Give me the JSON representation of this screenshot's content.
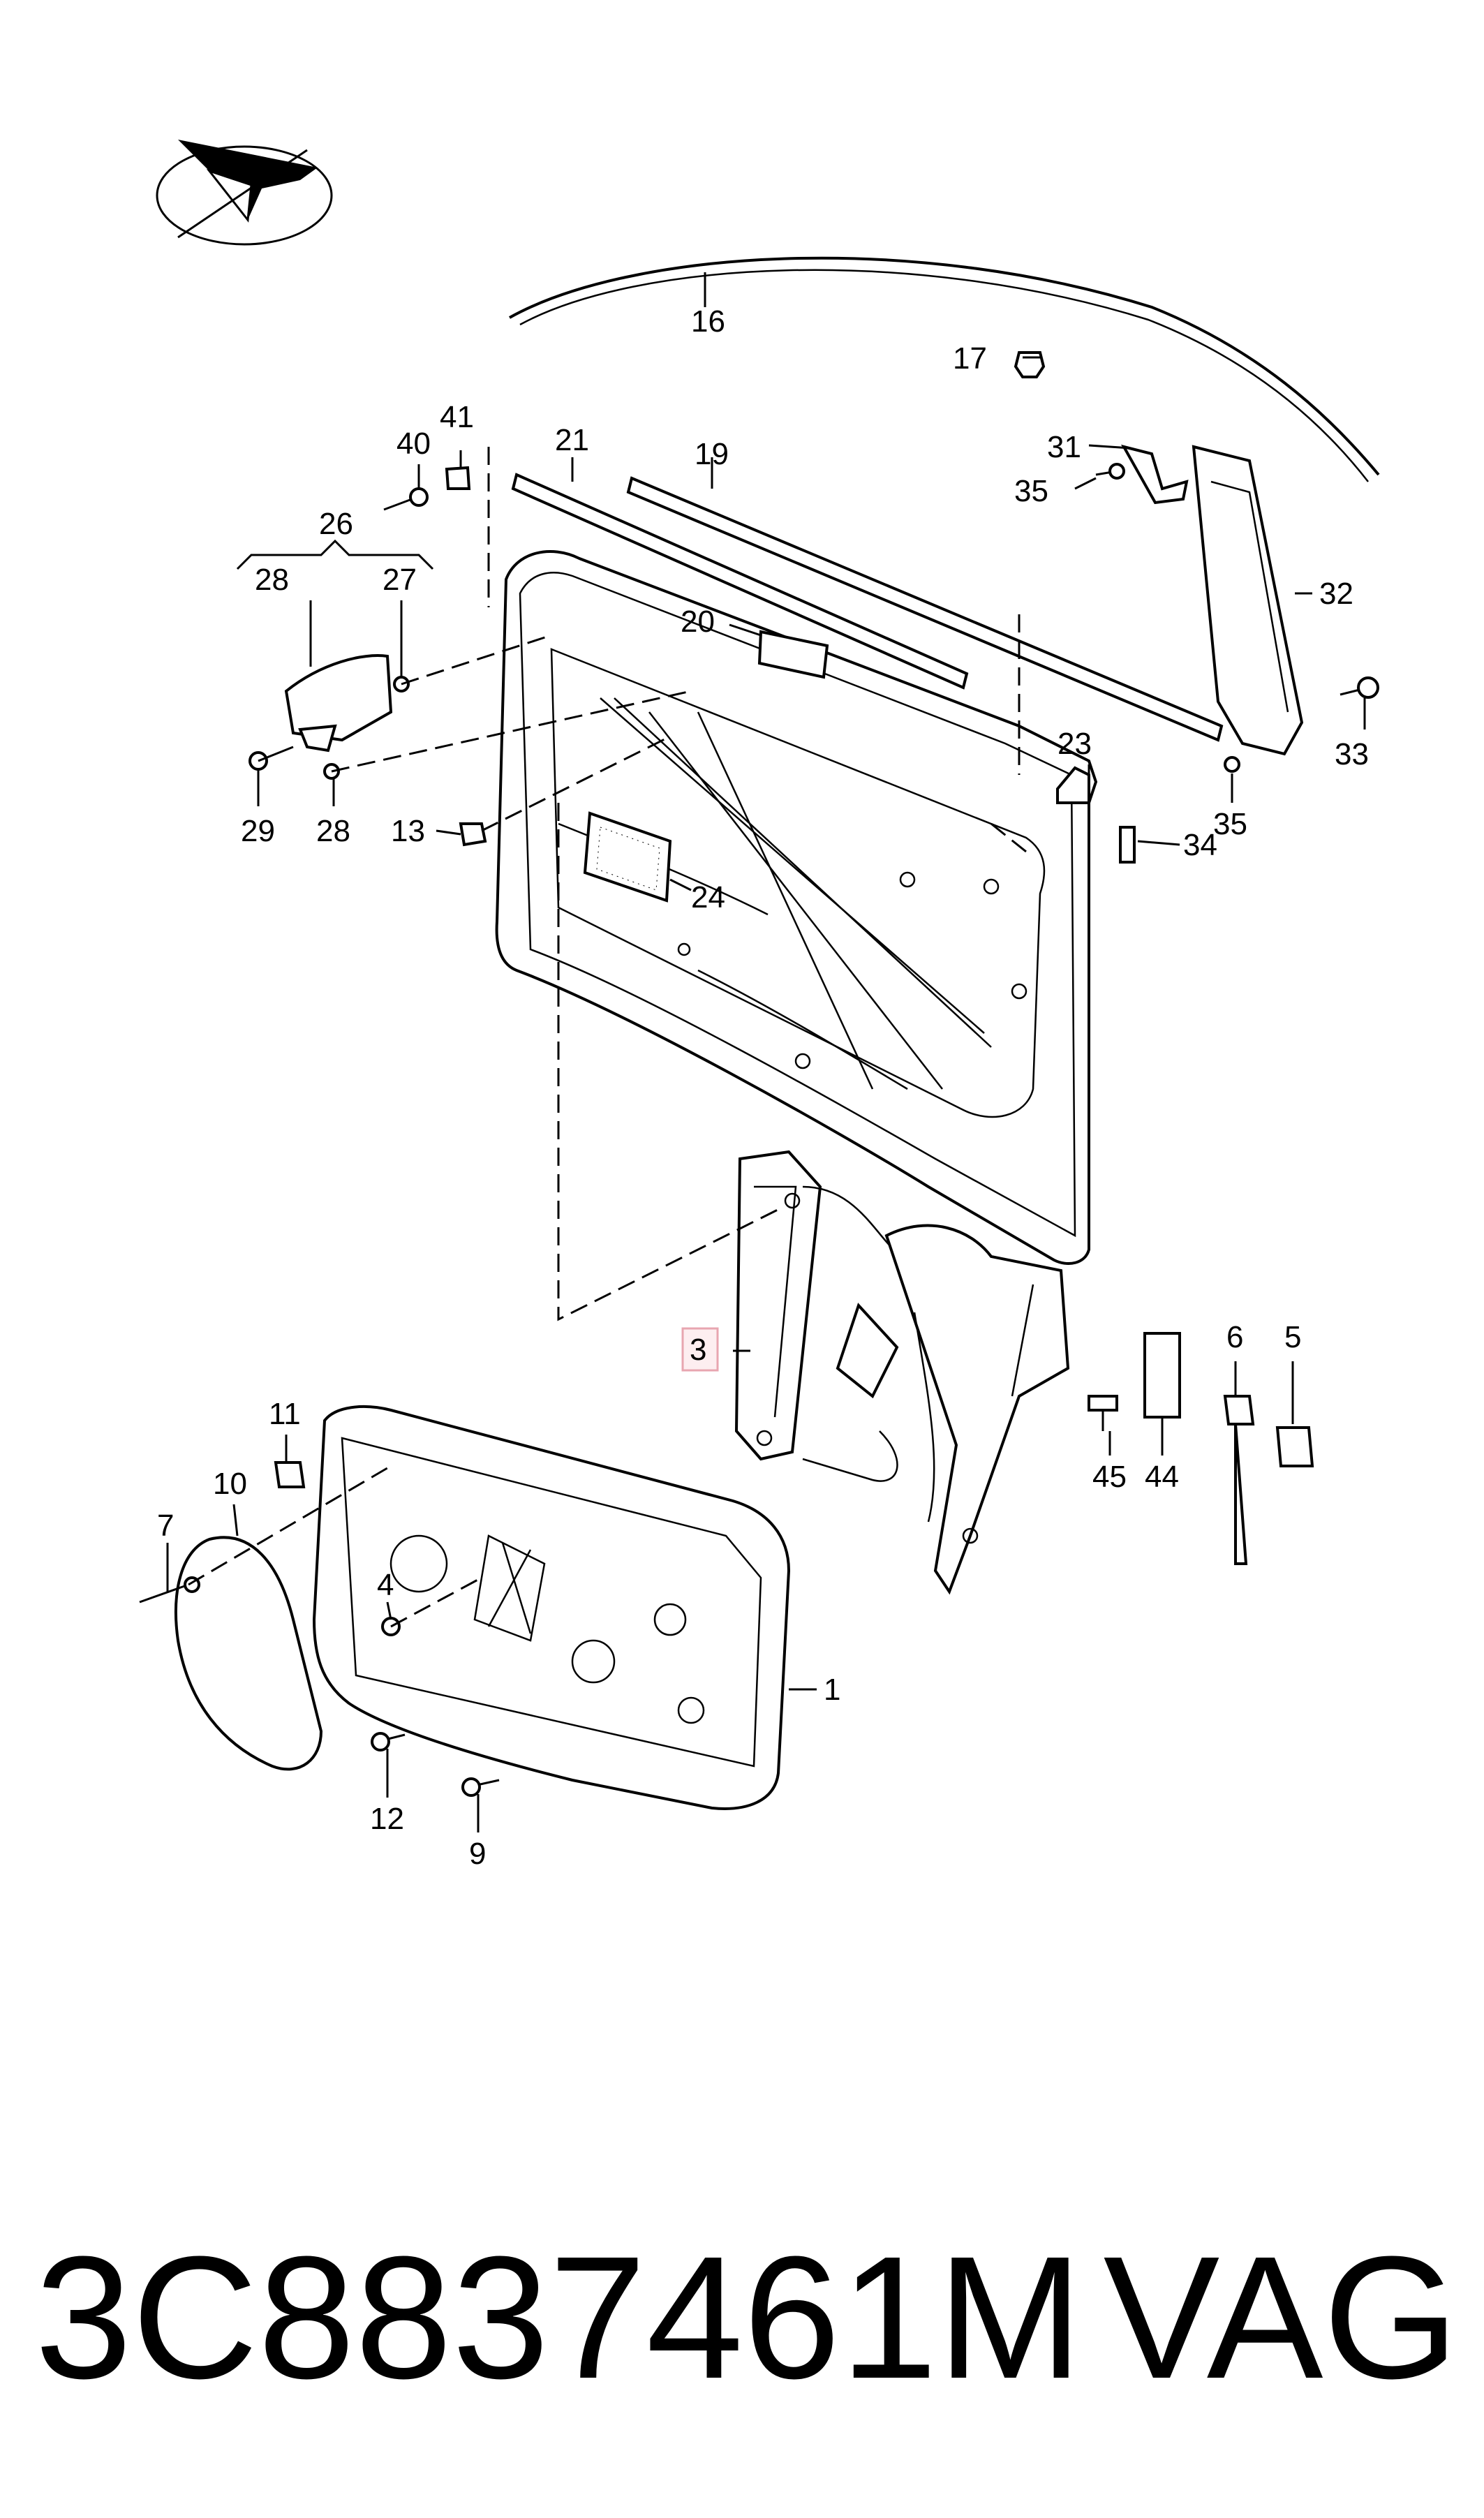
{
  "callouts": {
    "c1": "1",
    "c3": "3",
    "c4": "4",
    "c5": "5",
    "c6": "6",
    "c7": "7",
    "c9": "9",
    "c10": "10",
    "c11": "11",
    "c12": "12",
    "c13": "13",
    "c16": "16",
    "c17": "17",
    "c19": "19",
    "c20": "20",
    "c21": "21",
    "c23": "23",
    "c24": "24",
    "c26": "26",
    "c27": "27",
    "c28a": "28",
    "c28b": "28",
    "c29": "29",
    "c31": "31",
    "c32": "32",
    "c33": "33",
    "c34": "34",
    "c35a": "35",
    "c35b": "35",
    "c40": "40",
    "c41": "41",
    "c44": "44",
    "c45": "45"
  },
  "highlight_color": "#e8a6b0",
  "footer": {
    "part_number": "3C8837461M",
    "brand": "VAG"
  }
}
